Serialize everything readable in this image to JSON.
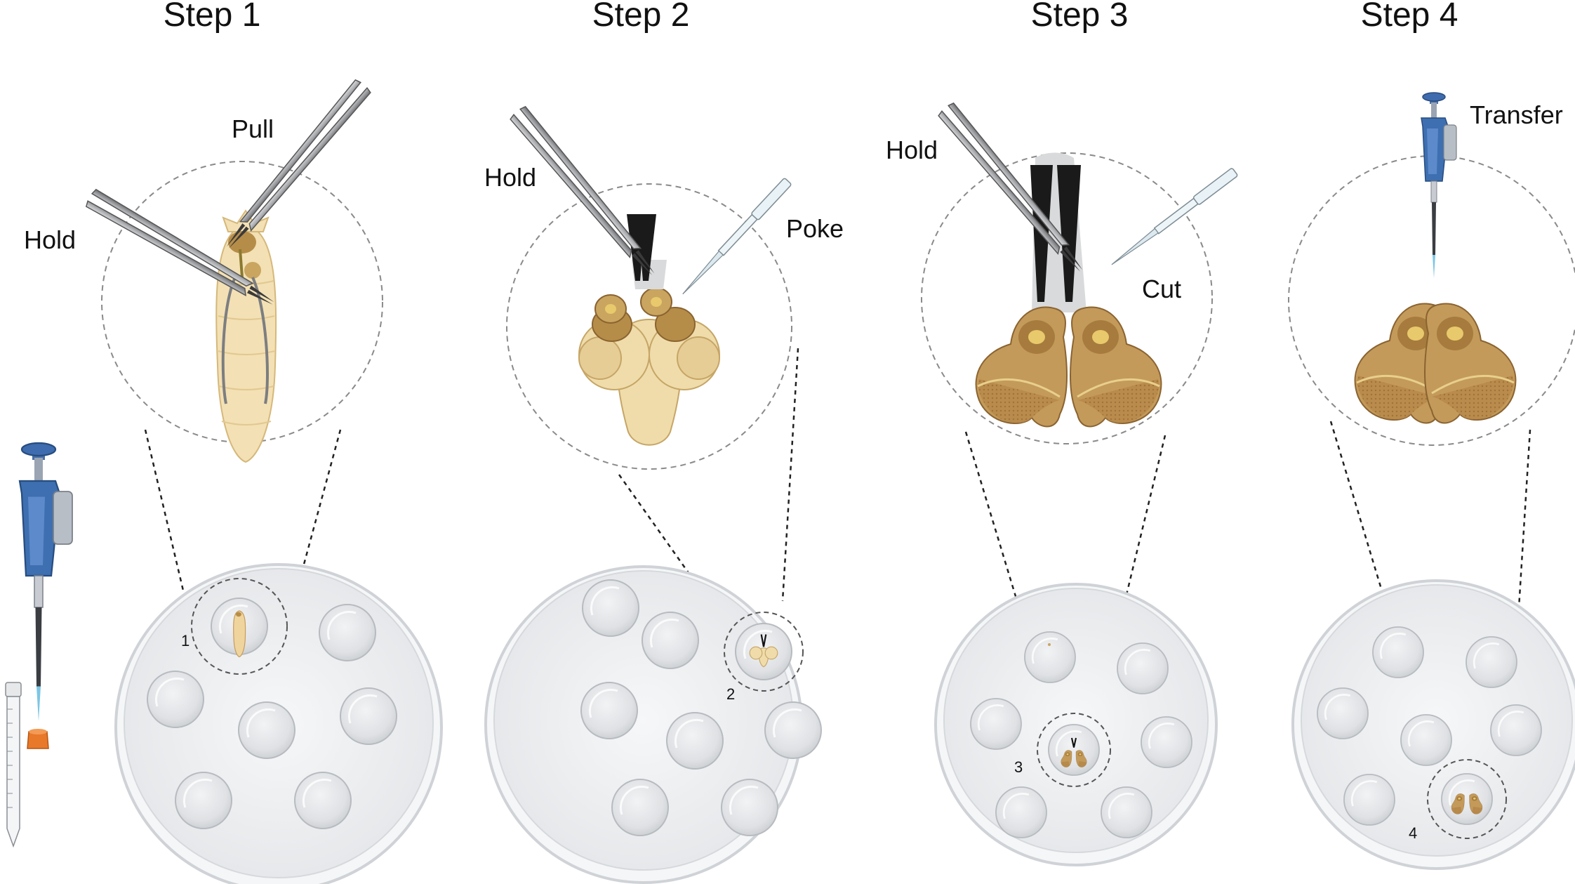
{
  "steps": [
    {
      "title": "Step 1",
      "well_number": "1",
      "actions": [
        "Pull",
        "Hold"
      ]
    },
    {
      "title": "Step 2",
      "well_number": "2",
      "actions": [
        "Hold",
        "Poke"
      ]
    },
    {
      "title": "Step 3",
      "well_number": "3",
      "actions": [
        "Hold",
        "Cut"
      ]
    },
    {
      "title": "Step 4",
      "well_number": "4",
      "actions": [
        "Transfer"
      ]
    }
  ],
  "colors": {
    "larva": "#f3e0b4",
    "brain_light": "#efdcaa",
    "brain_dark": "#c9a560",
    "optic_lobe": "#b68d48",
    "well_fill": "#e6e7ea",
    "dish_rim": "#cfd2d6",
    "pipette_blue": "#3e6fb0",
    "tube_cap": "#e8782a"
  },
  "icons": [
    "forceps-icon",
    "pipette-icon",
    "micropipette-icon",
    "centrifuge-tube-icon",
    "petri-dish-icon"
  ]
}
